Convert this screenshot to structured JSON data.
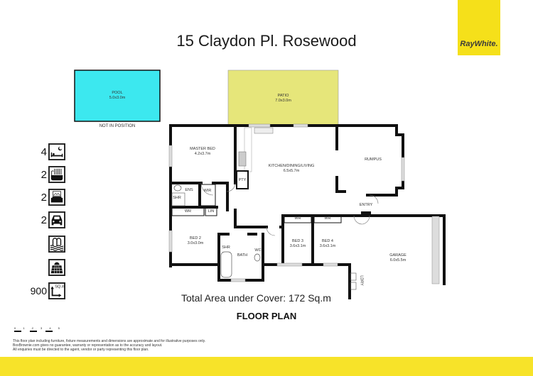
{
  "header": {
    "title": "15 Claydon Pl. Rosewood",
    "brand": "RayWhite.",
    "brand_color": "#f5e01a"
  },
  "features": [
    {
      "count": "4",
      "icon": "bed-icon"
    },
    {
      "count": "2",
      "icon": "bath-icon"
    },
    {
      "count": "2",
      "icon": "living-room-icon"
    },
    {
      "count": "2",
      "icon": "car-icon"
    },
    {
      "count": "",
      "icon": "pool-icon"
    },
    {
      "count": "",
      "icon": "solar-panel-icon"
    },
    {
      "count": "900",
      "icon": "land-area-icon",
      "unit": "SQ.m"
    }
  ],
  "pool": {
    "name": "POOL",
    "size": "5.0x3.0m",
    "note": "NOT IN POSITION",
    "color": "#3ce8ef"
  },
  "patio": {
    "name": "PATIO",
    "size": "7.0x3.0m",
    "color": "#e6e67a"
  },
  "rooms": {
    "master": {
      "name": "MASTER BED",
      "size": "4.2x3.7m"
    },
    "kitchen": {
      "name": "KITCHEN/DINING/LIVING",
      "size": "6.5x5.7m"
    },
    "rumpus": {
      "name": "RUMPUS"
    },
    "pty": {
      "name": "PTY"
    },
    "ens": {
      "name": "ENS"
    },
    "wir": {
      "name": "WIR"
    },
    "shr1": {
      "name": "SHR"
    },
    "wr1": {
      "name": "WR"
    },
    "lin": {
      "name": "LIN"
    },
    "entry": {
      "name": "ENTRY"
    },
    "wr3": {
      "name": "WR"
    },
    "wr4": {
      "name": "WR"
    },
    "bed2": {
      "name": "BED 2",
      "size": "3.0x3.0m"
    },
    "shr2": {
      "name": "SHR"
    },
    "bath": {
      "name": "BATH"
    },
    "wc": {
      "name": "WC"
    },
    "bed3": {
      "name": "BED 3",
      "size": "3.6x3.1m"
    },
    "bed4": {
      "name": "BED 4",
      "size": "3.6x3.1m"
    },
    "garage": {
      "name": "GARAGE",
      "size": "6.0x5.5m"
    },
    "ldry": {
      "name": "LDRY"
    }
  },
  "total_area": "Total Area under Cover: 172 Sq.m",
  "plan_label": "FLOOR PLAN",
  "scale": "0 1 2 3 4 5",
  "disclaimer": [
    "This floor plan including furniture, fixture measurements and dimensions are approximate and for illustrative purposes only.",
    "BoxBrownie.com gives no guarantee, warranty or representation as to the accuracy and layout.",
    "All enquiries must be directed to the agent, vendor or party representing this floor plan."
  ]
}
